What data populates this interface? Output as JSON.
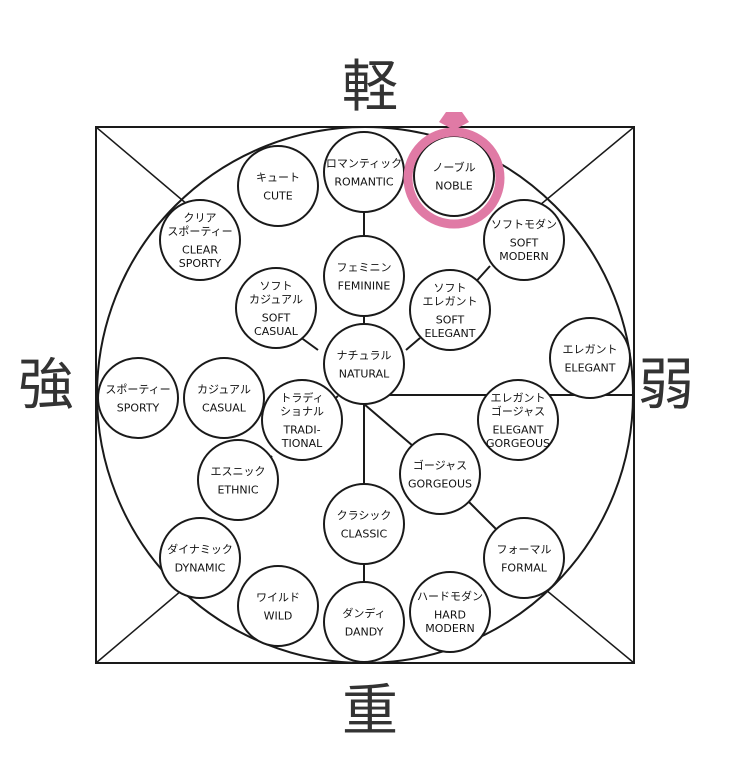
{
  "axes": {
    "top": "軽",
    "bottom": "重",
    "left": "強",
    "right": "弱"
  },
  "colors": {
    "line": "#1a1a1a",
    "highlight": "#e07aa5",
    "axis_text": "#333333"
  },
  "highlight_node": "noble",
  "nodes": [
    {
      "id": "romantic",
      "jp": "ロマンティック",
      "en": [
        "ROMANTIC"
      ]
    },
    {
      "id": "cute",
      "jp": "キュート",
      "en": [
        "CUTE"
      ]
    },
    {
      "id": "noble",
      "jp": "ノーブル",
      "en": [
        "NOBLE"
      ]
    },
    {
      "id": "clear-sporty",
      "jp": "クリア\nスポーティー",
      "en": [
        "CLEAR",
        "SPORTY"
      ]
    },
    {
      "id": "soft-modern",
      "jp": "ソフトモダン",
      "en": [
        "SOFT",
        "MODERN"
      ]
    },
    {
      "id": "feminine",
      "jp": "フェミニン",
      "en": [
        "FEMININE"
      ]
    },
    {
      "id": "soft-casual",
      "jp": "ソフト\nカジュアル",
      "en": [
        "SOFT",
        "CASUAL"
      ]
    },
    {
      "id": "soft-elegant",
      "jp": "ソフト\nエレガント",
      "en": [
        "SOFT",
        "ELEGANT"
      ]
    },
    {
      "id": "natural",
      "jp": "ナチュラル",
      "en": [
        "NATURAL"
      ]
    },
    {
      "id": "elegant",
      "jp": "エレガント",
      "en": [
        "ELEGANT"
      ]
    },
    {
      "id": "sporty",
      "jp": "スポーティー",
      "en": [
        "SPORTY"
      ]
    },
    {
      "id": "casual",
      "jp": "カジュアル",
      "en": [
        "CASUAL"
      ]
    },
    {
      "id": "traditional",
      "jp": "トラディ\nショナル",
      "en": [
        "TRADI-",
        "TIONAL"
      ]
    },
    {
      "id": "elegant-gorgeous",
      "jp": "エレガント\nゴージャス",
      "en": [
        "ELEGANT",
        "GORGEOUS"
      ]
    },
    {
      "id": "ethnic",
      "jp": "エスニック",
      "en": [
        "ETHNIC"
      ]
    },
    {
      "id": "gorgeous",
      "jp": "ゴージャス",
      "en": [
        "GORGEOUS"
      ]
    },
    {
      "id": "classic",
      "jp": "クラシック",
      "en": [
        "CLASSIC"
      ]
    },
    {
      "id": "dynamic",
      "jp": "ダイナミック",
      "en": [
        "DYNAMIC"
      ]
    },
    {
      "id": "formal",
      "jp": "フォーマル",
      "en": [
        "FORMAL"
      ]
    },
    {
      "id": "wild",
      "jp": "ワイルド",
      "en": [
        "WILD"
      ]
    },
    {
      "id": "dandy",
      "jp": "ダンディ",
      "en": [
        "DANDY"
      ]
    },
    {
      "id": "hard-modern",
      "jp": "ハードモダン",
      "en": [
        "HARD",
        "MODERN"
      ]
    }
  ]
}
